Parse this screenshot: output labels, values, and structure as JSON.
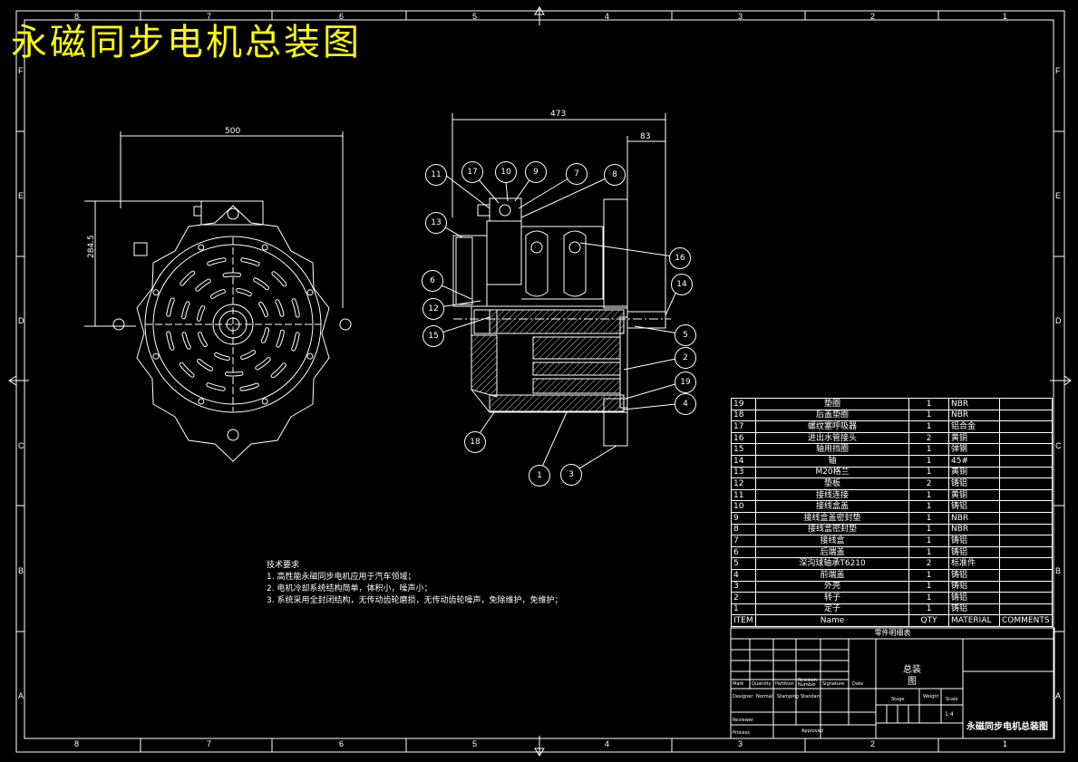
{
  "drawing_title": "永磁同步电机总装图",
  "zones": {
    "columns": [
      "8",
      "7",
      "6",
      "5",
      "4",
      "3",
      "2",
      "1"
    ],
    "rows": [
      "F",
      "E",
      "D",
      "C",
      "B",
      "A"
    ]
  },
  "dimensions": {
    "front_width": "500",
    "front_height": "284.5",
    "side_width": "473",
    "side_offset": "83"
  },
  "callouts": [
    "1",
    "2",
    "3",
    "4",
    "5",
    "6",
    "7",
    "8",
    "9",
    "10",
    "11",
    "12",
    "13",
    "14",
    "15",
    "16",
    "17",
    "18",
    "19"
  ],
  "technical_requirements": {
    "heading": "技术要求",
    "items": [
      "1. 高性能永磁同步电机应用于汽车领域；",
      "2. 电机冷却系统结构简单，体积小，噪声小；",
      "3. 系统采用全封闭结构，无传动齿轮磨损，无传动齿轮噪声，免除维护，免维护；"
    ]
  },
  "bom": {
    "rows": [
      {
        "no": "19",
        "name": "垫圈",
        "qty": "1",
        "material": "NBR",
        "comments": ""
      },
      {
        "no": "18",
        "name": "后盖垫圈",
        "qty": "1",
        "material": "NBR",
        "comments": ""
      },
      {
        "no": "17",
        "name": "螺纹塞呼吸器",
        "qty": "1",
        "material": "铝合金",
        "comments": ""
      },
      {
        "no": "16",
        "name": "进出水管接头",
        "qty": "2",
        "material": "黄铜",
        "comments": ""
      },
      {
        "no": "15",
        "name": "轴用挡圈",
        "qty": "1",
        "material": "弹钢",
        "comments": ""
      },
      {
        "no": "14",
        "name": "轴",
        "qty": "1",
        "material": "45#",
        "comments": ""
      },
      {
        "no": "13",
        "name": "M20格兰",
        "qty": "1",
        "material": "黄铜",
        "comments": ""
      },
      {
        "no": "12",
        "name": "垫板",
        "qty": "2",
        "material": "铸铝",
        "comments": ""
      },
      {
        "no": "11",
        "name": "接线连接",
        "qty": "1",
        "material": "黄铜",
        "comments": ""
      },
      {
        "no": "10",
        "name": "接线盒盖",
        "qty": "1",
        "material": "铸铝",
        "comments": ""
      },
      {
        "no": "9",
        "name": "接线盒盖密封垫",
        "qty": "1",
        "material": "NBR",
        "comments": ""
      },
      {
        "no": "8",
        "name": "接线盒密封垫",
        "qty": "1",
        "material": "NBR",
        "comments": ""
      },
      {
        "no": "7",
        "name": "接线盒",
        "qty": "1",
        "material": "铸铝",
        "comments": ""
      },
      {
        "no": "6",
        "name": "后端盖",
        "qty": "1",
        "material": "铸铝",
        "comments": ""
      },
      {
        "no": "5",
        "name": "深沟球轴承T6210",
        "qty": "2",
        "material": "标准件",
        "comments": ""
      },
      {
        "no": "4",
        "name": "前端盖",
        "qty": "1",
        "material": "铸铝",
        "comments": ""
      },
      {
        "no": "3",
        "name": "外壳",
        "qty": "1",
        "material": "铸铝",
        "comments": ""
      },
      {
        "no": "2",
        "name": "转子",
        "qty": "1",
        "material": "铸铝",
        "comments": ""
      },
      {
        "no": "1",
        "name": "定子",
        "qty": "1",
        "material": "铸铝",
        "comments": ""
      }
    ],
    "header": {
      "no": "ITEM",
      "name": "Name",
      "qty": "QTY",
      "material": "MATERIAL",
      "comments": "COMMENTS"
    },
    "caption": "零件明细表"
  },
  "title_block": {
    "name_line1": "总装",
    "name_line2": "图",
    "footer_name": "永磁同步电机总装图",
    "scale": "1:4",
    "labels": [
      "Mark",
      "Quantity",
      "Partition",
      "Revision Number",
      "Signature",
      "Date"
    ],
    "labels2": [
      "Designer",
      "Normal",
      "Stamping",
      "Standard"
    ],
    "labels3": [
      "Reviewer",
      "Process",
      "Approved"
    ],
    "labels4": [
      "Stage",
      "Weight",
      "Scale"
    ]
  },
  "colors": {
    "background": "#000000",
    "lines": "#ffffff",
    "title": "#ffff00"
  }
}
